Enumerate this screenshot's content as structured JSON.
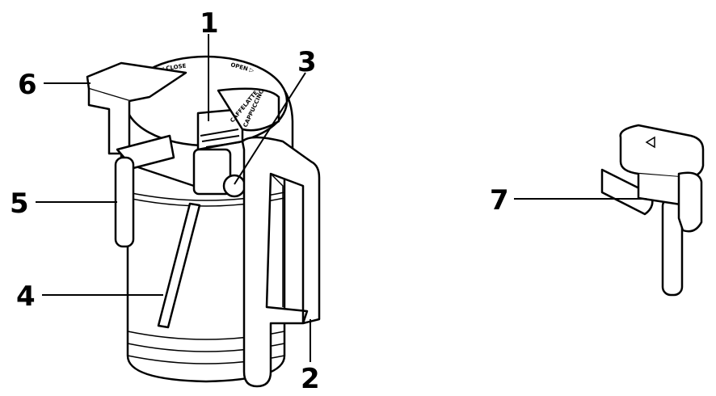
{
  "callouts": [
    {
      "number": "1",
      "part": "lid-dial-opening"
    },
    {
      "number": "2",
      "part": "handle"
    },
    {
      "number": "3",
      "part": "knob"
    },
    {
      "number": "4",
      "part": "suction-tube"
    },
    {
      "number": "5",
      "part": "spout-tube"
    },
    {
      "number": "6",
      "part": "lid-latch"
    },
    {
      "number": "7",
      "part": "nozzle-attachment"
    }
  ],
  "lid_text": {
    "close": "◁ CLOSE",
    "open": "OPEN ▷",
    "caffelatte": "CAFFELATTE",
    "cappuccino": "CAPPUCCINO"
  }
}
